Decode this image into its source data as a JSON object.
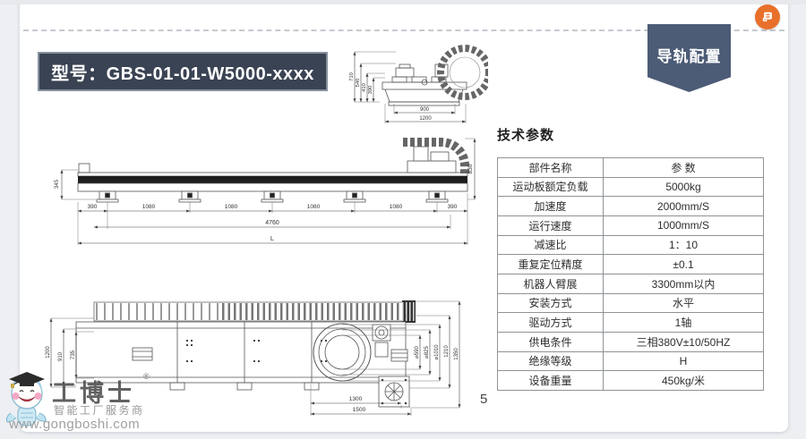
{
  "badges": {
    "model": "型号：GBS-01-01-W5000-xxxx",
    "ribbon": "导轨配置"
  },
  "page_number": "5",
  "specs": {
    "heading": "技术参数",
    "header": {
      "name": "部件名称",
      "value": "参  数"
    },
    "rows": [
      {
        "name": "运动板额定负载",
        "value": "5000kg"
      },
      {
        "name": "加速度",
        "value": "2000mm/S"
      },
      {
        "name": "运行速度",
        "value": "1000mm/S"
      },
      {
        "name": "减速比",
        "value": "1：10"
      },
      {
        "name": "重复定位精度",
        "value": "±0.1"
      },
      {
        "name": "机器人臂展",
        "value": "3300mm以内"
      },
      {
        "name": "安装方式",
        "value": "水平"
      },
      {
        "name": "驱动方式",
        "value": "1轴"
      },
      {
        "name": "供电条件",
        "value": "三相380V±10/50HZ"
      },
      {
        "name": "绝缘等级",
        "value": "H"
      },
      {
        "name": "设备重量",
        "value": "450kg/米"
      }
    ]
  },
  "drawings": {
    "end_view": {
      "dims": {
        "h1": "710",
        "h2": "540",
        "h3": "410",
        "h4": "390",
        "w1": "900",
        "w2": "1200"
      }
    },
    "side_view": {
      "dims": {
        "height_left": "345",
        "height_right": "830",
        "seg1": "390",
        "seg2": "1080",
        "seg3": "1080",
        "seg4": "1080",
        "seg5": "1080",
        "seg6": "390",
        "span": "4760",
        "overall": "L"
      }
    },
    "plan_view": {
      "dims": {
        "left1": "1200",
        "left2": "910",
        "left3": "735",
        "d1": "⌀590",
        "d2": "⌀825",
        "d3": "⌀1010",
        "right1": "1210",
        "right2": "1350",
        "b1": "1300",
        "b2": "1500"
      }
    }
  },
  "watermark": {
    "brand": "工博士",
    "reg_mark": "®",
    "tagline": "智能工厂服务商",
    "url": "www.gongboshi.com"
  },
  "colors": {
    "ribbon": "#4c5b76",
    "model_badge": "#3a4353",
    "accent_orange": "#e8702a",
    "page_bg": "#edeff2"
  }
}
